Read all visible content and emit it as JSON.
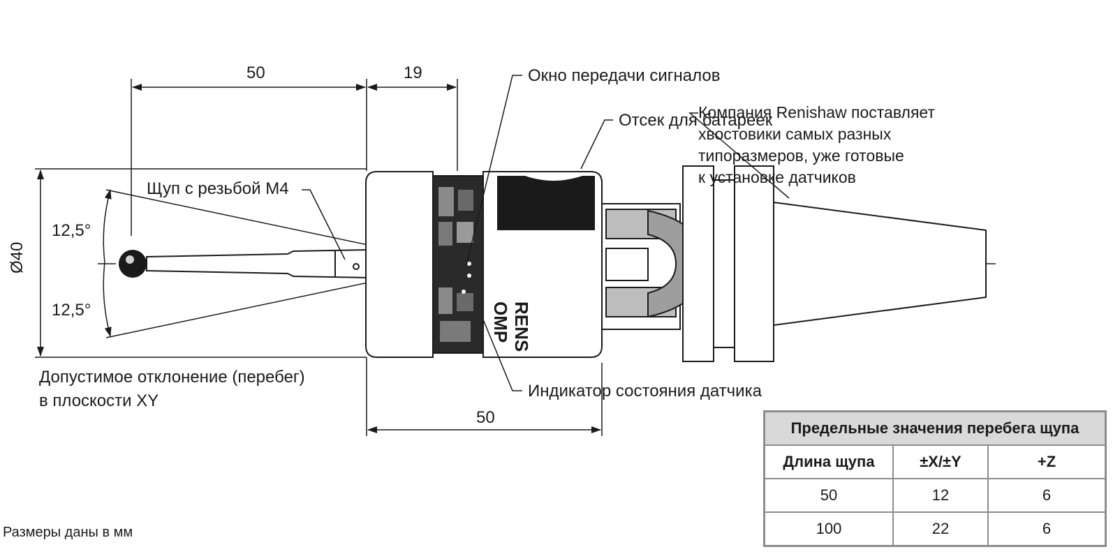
{
  "dimensions": {
    "stylus_length": "50",
    "window_offset": "19",
    "body_length": "50",
    "diameter": "Ø40",
    "angle_top": "12,5°",
    "angle_bottom": "12,5°"
  },
  "callouts": {
    "signal_window": "Окно передачи сигналов",
    "battery": "Отсек для батареек",
    "stylus": "Щуп с резьбой M4",
    "status_led": "Индикатор состояния датчика",
    "shank_lines": [
      "Компания Renishaw поставляет",
      "хвостовики самых разных",
      "типоразмеров, уже готовые",
      "к установке датчиков"
    ]
  },
  "overtravel_note": [
    "Допустимое отклонение (перебег)",
    "в плоскости XY"
  ],
  "body_marking": [
    "RENS",
    "OMP"
  ],
  "footnote": "Размеры даны в мм",
  "table": {
    "title": "Предельные значения перебега щупа",
    "headers": [
      "Длина щупа",
      "±X/±Y",
      "+Z"
    ],
    "rows": [
      [
        "50",
        "12",
        "6"
      ],
      [
        "100",
        "22",
        "6"
      ]
    ]
  }
}
